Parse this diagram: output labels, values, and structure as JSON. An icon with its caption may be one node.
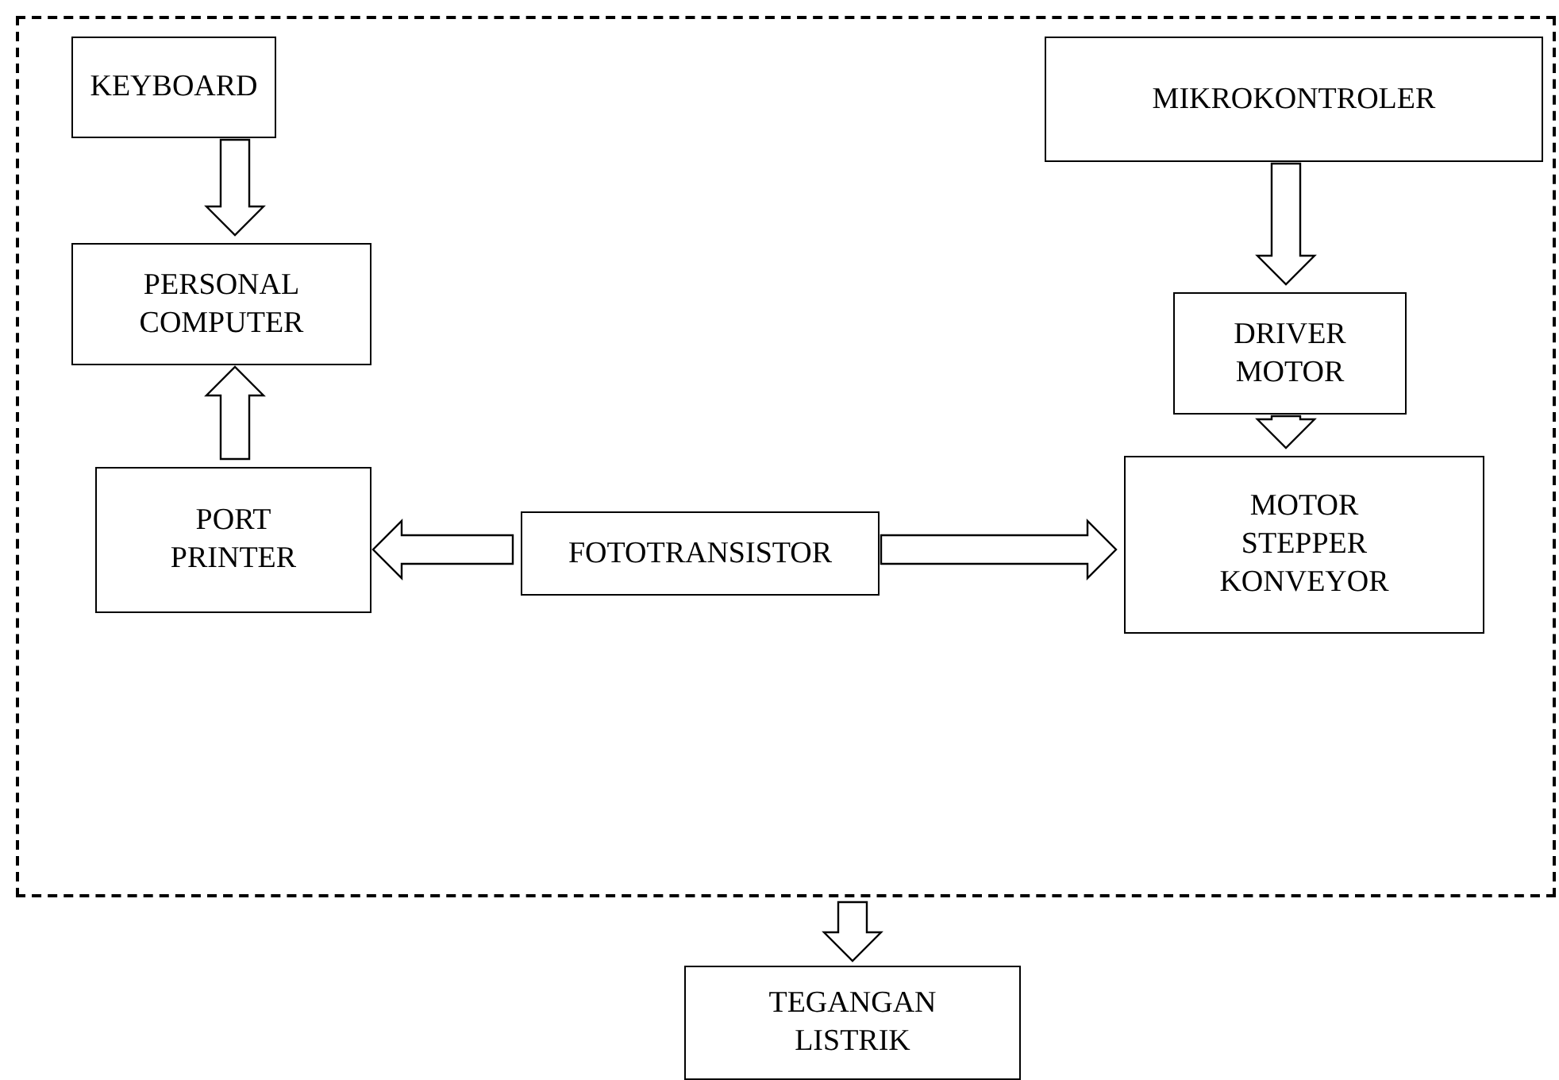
{
  "diagram": {
    "nodes": [
      {
        "text": [],
        "shape": "box"
      },
      {
        "text": [
          "KEYBOARD"
        ],
        "in": 0
      },
      {
        "text": [
          "PERSONAL COMPUTER"
        ],
        "in": 0
      },
      {
        "text": [
          "PORT PRINTER"
        ],
        "in": 0
      },
      {
        "text": [
          "FOTOTRANSISTOR"
        ],
        "in": 0
      },
      {
        "text": [
          "MIKROKONTROLER"
        ],
        "in": 0
      },
      {
        "text": [
          "DRIVER MOTOR"
        ],
        "in": 0
      },
      {
        "text": [
          "MOTOR STEPPER KONVEYOR"
        ],
        "in": 0
      },
      {
        "text": [
          "TEGANGAN LISTRIK"
        ]
      }
    ],
    "edges": [
      {
        "from": 1,
        "to": 2,
        "arrow": "to"
      },
      {
        "from": 3,
        "to": 2,
        "arrow": "to"
      },
      {
        "from": 4,
        "to": 3,
        "arrow": "to"
      },
      {
        "from": 4,
        "to": 7,
        "arrow": "to"
      },
      {
        "from": 5,
        "to": 6,
        "arrow": "to"
      },
      {
        "from": 6,
        "to": 7,
        "arrow": "to"
      },
      {
        "from": 0,
        "to": 8,
        "arrow": "to"
      }
    ]
  }
}
